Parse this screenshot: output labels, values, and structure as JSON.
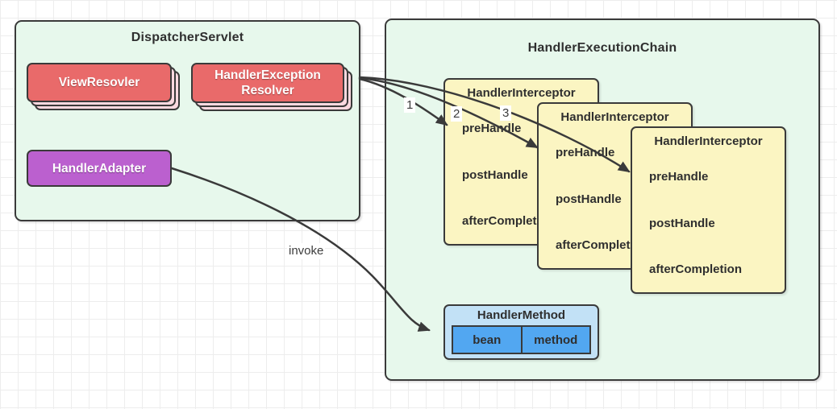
{
  "colors": {
    "container_fill": "#e7f8ec",
    "interceptor_fill": "#fbf5c2",
    "red_card_fill": "#e96a6a",
    "red_card_shadow_fill": "#fbd9e0",
    "purple_card_fill": "#bb60cf",
    "handler_method_fill": "#c2e1f6",
    "handler_method_cell_fill": "#52a7f1",
    "border": "#3a3a3a",
    "grid_line": "#ededed",
    "text_dark": "#2f2f2f",
    "text_light": "#ffffff"
  },
  "dispatcher_servlet": {
    "title": "DispatcherServlet",
    "view_resolver_label": "ViewResovler",
    "handler_exception_resolver_label": "HandlerException Resolver",
    "handler_adapter_label": "HandlerAdapter"
  },
  "handler_execution_chain": {
    "title": "HandlerExecutionChain",
    "interceptors": [
      {
        "title": "HandlerInterceptor",
        "methods": [
          "preHandle",
          "postHandle",
          "afterCompletion"
        ]
      },
      {
        "title": "HandlerInterceptor",
        "methods": [
          "preHandle",
          "postHandle",
          "afterCompletion"
        ]
      },
      {
        "title": "HandlerInterceptor",
        "methods": [
          "preHandle",
          "postHandle",
          "afterCompletion"
        ]
      }
    ],
    "handler_method": {
      "title": "HandlerMethod",
      "cells": [
        "bean",
        "method"
      ]
    }
  },
  "arrows": {
    "sequence_labels": [
      "1",
      "2",
      "3"
    ],
    "invoke_label": "invoke"
  }
}
